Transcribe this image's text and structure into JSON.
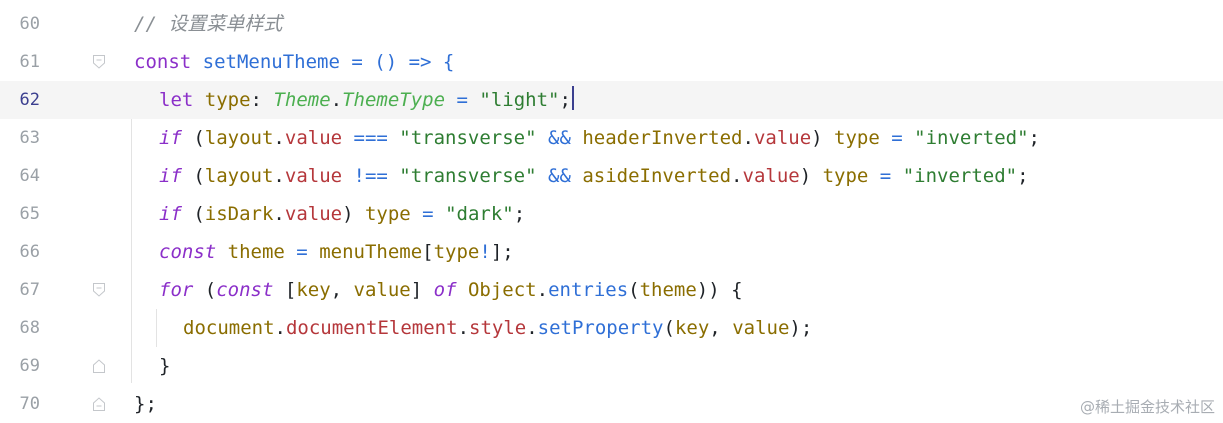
{
  "editor": {
    "current_line": 62,
    "lines": [
      {
        "number": "60",
        "tokens": [
          {
            "t": "// 设置菜单样式",
            "c": "cmt"
          }
        ]
      },
      {
        "number": "61",
        "tokens": [
          {
            "t": "const",
            "c": "kw"
          },
          {
            "t": " ",
            "c": "plain"
          },
          {
            "t": "setMenuTheme",
            "c": "fn"
          },
          {
            "t": " = () => {",
            "c": "op"
          }
        ]
      },
      {
        "number": "62",
        "tokens": [
          {
            "t": "let",
            "c": "kw"
          },
          {
            "t": " ",
            "c": "plain"
          },
          {
            "t": "type",
            "c": "var"
          },
          {
            "t": ": ",
            "c": "plain"
          },
          {
            "t": "Theme",
            "c": "type"
          },
          {
            "t": ".",
            "c": "plain"
          },
          {
            "t": "ThemeType",
            "c": "type"
          },
          {
            "t": " = ",
            "c": "op"
          },
          {
            "t": "\"light\"",
            "c": "str"
          },
          {
            "t": ";",
            "c": "plain"
          }
        ]
      },
      {
        "number": "63",
        "tokens": [
          {
            "t": "if",
            "c": "kwi"
          },
          {
            "t": " (",
            "c": "plain"
          },
          {
            "t": "layout",
            "c": "var"
          },
          {
            "t": ".",
            "c": "plain"
          },
          {
            "t": "value",
            "c": "prop"
          },
          {
            "t": " === ",
            "c": "op"
          },
          {
            "t": "\"transverse\"",
            "c": "str"
          },
          {
            "t": " && ",
            "c": "op"
          },
          {
            "t": "headerInverted",
            "c": "var"
          },
          {
            "t": ".",
            "c": "plain"
          },
          {
            "t": "value",
            "c": "prop"
          },
          {
            "t": ") ",
            "c": "plain"
          },
          {
            "t": "type",
            "c": "var"
          },
          {
            "t": " = ",
            "c": "op"
          },
          {
            "t": "\"inverted\"",
            "c": "str"
          },
          {
            "t": ";",
            "c": "plain"
          }
        ]
      },
      {
        "number": "64",
        "tokens": [
          {
            "t": "if",
            "c": "kwi"
          },
          {
            "t": " (",
            "c": "plain"
          },
          {
            "t": "layout",
            "c": "var"
          },
          {
            "t": ".",
            "c": "plain"
          },
          {
            "t": "value",
            "c": "prop"
          },
          {
            "t": " !== ",
            "c": "op"
          },
          {
            "t": "\"transverse\"",
            "c": "str"
          },
          {
            "t": " && ",
            "c": "op"
          },
          {
            "t": "asideInverted",
            "c": "var"
          },
          {
            "t": ".",
            "c": "plain"
          },
          {
            "t": "value",
            "c": "prop"
          },
          {
            "t": ") ",
            "c": "plain"
          },
          {
            "t": "type",
            "c": "var"
          },
          {
            "t": " = ",
            "c": "op"
          },
          {
            "t": "\"inverted\"",
            "c": "str"
          },
          {
            "t": ";",
            "c": "plain"
          }
        ]
      },
      {
        "number": "65",
        "tokens": [
          {
            "t": "if",
            "c": "kwi"
          },
          {
            "t": " (",
            "c": "plain"
          },
          {
            "t": "isDark",
            "c": "var"
          },
          {
            "t": ".",
            "c": "plain"
          },
          {
            "t": "value",
            "c": "prop"
          },
          {
            "t": ") ",
            "c": "plain"
          },
          {
            "t": "type",
            "c": "var"
          },
          {
            "t": " = ",
            "c": "op"
          },
          {
            "t": "\"dark\"",
            "c": "str"
          },
          {
            "t": ";",
            "c": "plain"
          }
        ]
      },
      {
        "number": "66",
        "tokens": [
          {
            "t": "const",
            "c": "kwi"
          },
          {
            "t": " ",
            "c": "plain"
          },
          {
            "t": "theme",
            "c": "var"
          },
          {
            "t": " = ",
            "c": "op"
          },
          {
            "t": "menuTheme",
            "c": "var"
          },
          {
            "t": "[",
            "c": "plain"
          },
          {
            "t": "type",
            "c": "var"
          },
          {
            "t": "!",
            "c": "op"
          },
          {
            "t": "];",
            "c": "plain"
          }
        ]
      },
      {
        "number": "67",
        "tokens": [
          {
            "t": "for",
            "c": "kwi"
          },
          {
            "t": " (",
            "c": "plain"
          },
          {
            "t": "const",
            "c": "kwi"
          },
          {
            "t": " [",
            "c": "plain"
          },
          {
            "t": "key",
            "c": "var"
          },
          {
            "t": ", ",
            "c": "plain"
          },
          {
            "t": "value",
            "c": "var"
          },
          {
            "t": "] ",
            "c": "plain"
          },
          {
            "t": "of",
            "c": "kwi"
          },
          {
            "t": " ",
            "c": "plain"
          },
          {
            "t": "Object",
            "c": "var"
          },
          {
            "t": ".",
            "c": "plain"
          },
          {
            "t": "entries",
            "c": "fn"
          },
          {
            "t": "(",
            "c": "plain"
          },
          {
            "t": "theme",
            "c": "var"
          },
          {
            "t": ")) {",
            "c": "plain"
          }
        ]
      },
      {
        "number": "68",
        "tokens": [
          {
            "t": "document",
            "c": "var"
          },
          {
            "t": ".",
            "c": "plain"
          },
          {
            "t": "documentElement",
            "c": "prop"
          },
          {
            "t": ".",
            "c": "plain"
          },
          {
            "t": "style",
            "c": "prop"
          },
          {
            "t": ".",
            "c": "plain"
          },
          {
            "t": "setProperty",
            "c": "fn"
          },
          {
            "t": "(",
            "c": "plain"
          },
          {
            "t": "key",
            "c": "var"
          },
          {
            "t": ", ",
            "c": "plain"
          },
          {
            "t": "value",
            "c": "var"
          },
          {
            "t": ");",
            "c": "plain"
          }
        ]
      },
      {
        "number": "69",
        "tokens": [
          {
            "t": "}",
            "c": "plain"
          }
        ]
      },
      {
        "number": "70",
        "tokens": [
          {
            "t": "};",
            "c": "plain"
          }
        ]
      }
    ]
  },
  "watermark": "@稀土掘金技术社区"
}
